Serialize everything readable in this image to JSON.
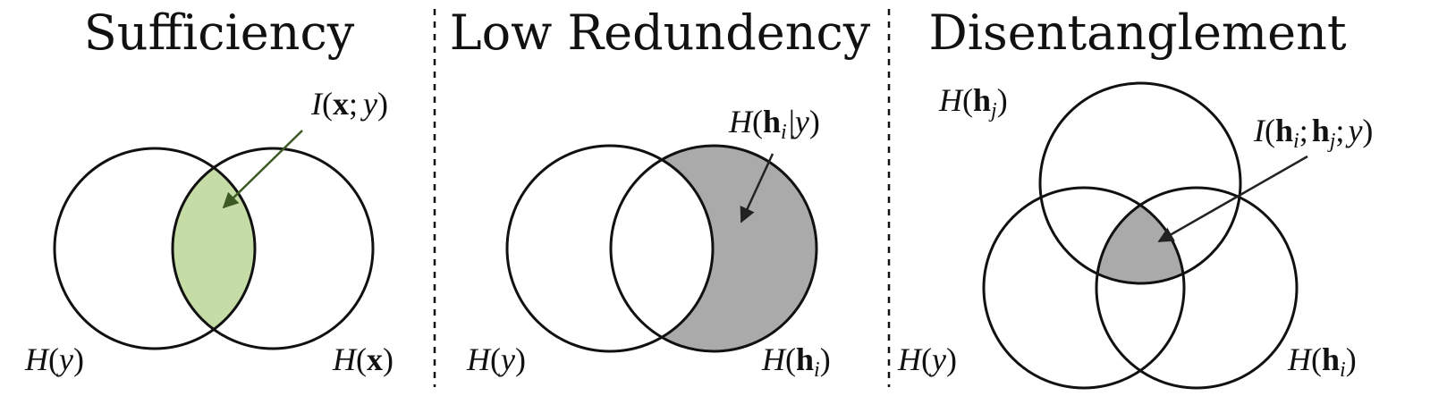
{
  "panels": [
    {
      "title": "Sufficiency",
      "left_circle_label": {
        "fn": "H",
        "open": "(",
        "var": "y",
        "close": ")"
      },
      "right_circle_label": {
        "fn": "H",
        "open": "(",
        "var": "x",
        "close": ")"
      },
      "region_label": {
        "fn": "I",
        "open": "(",
        "a": "x",
        "sep": ";",
        "b": "y",
        "close": ")"
      },
      "region_color": "#c5dca6",
      "arrow_color": "#3d5a24"
    },
    {
      "title": "Low Redundency",
      "left_circle_label": {
        "fn": "H",
        "open": "(",
        "var": "y",
        "close": ")"
      },
      "right_circle_label": {
        "fn": "H",
        "open": "(",
        "var": "h",
        "sub": "i",
        "close": ")"
      },
      "region_label": {
        "fn": "H",
        "open": "(",
        "a": "h",
        "a_sub": "i",
        "bar": "|",
        "b": "y",
        "close": ")"
      },
      "region_color": "#aaaaaa",
      "arrow_color": "#222222"
    },
    {
      "title": "Disentanglement",
      "top_circle_label": {
        "fn": "H",
        "open": "(",
        "var": "h",
        "sub": "j",
        "close": ")"
      },
      "left_circle_label": {
        "fn": "H",
        "open": "(",
        "var": "y",
        "close": ")"
      },
      "right_circle_label": {
        "fn": "H",
        "open": "(",
        "var": "h",
        "sub": "i",
        "close": ")"
      },
      "region_label": {
        "fn": "I",
        "open": "(",
        "a": "h",
        "a_sub": "i",
        "sep1": ";",
        "b": "h",
        "b_sub": "j",
        "sep2": ";",
        "c": "y",
        "close": ")"
      },
      "region_color": "#aaaaaa",
      "arrow_color": "#222222"
    }
  ]
}
